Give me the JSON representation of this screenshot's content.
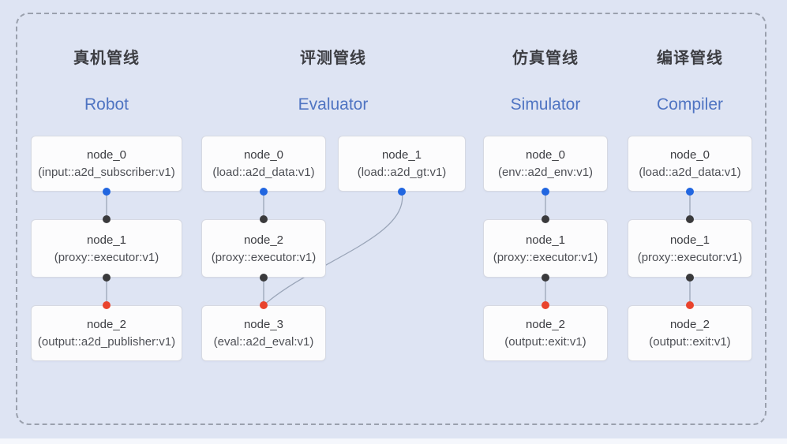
{
  "pipelines": [
    {
      "id": "robot",
      "title_zh": "真机管线",
      "title_en": "Robot",
      "nodes": [
        {
          "name": "node_0",
          "type": "(input::a2d_subscriber:v1)"
        },
        {
          "name": "node_1",
          "type": "(proxy::executor:v1)"
        },
        {
          "name": "node_2",
          "type": "(output::a2d_publisher:v1)"
        }
      ]
    },
    {
      "id": "evaluator",
      "title_zh": "评测管线",
      "title_en": "Evaluator",
      "nodes": [
        {
          "name": "node_0",
          "type": "(load::a2d_data:v1)"
        },
        {
          "name": "node_1",
          "type": "(load::a2d_gt:v1)"
        },
        {
          "name": "node_2",
          "type": "(proxy::executor:v1)"
        },
        {
          "name": "node_3",
          "type": "(eval::a2d_eval:v1)"
        }
      ]
    },
    {
      "id": "simulator",
      "title_zh": "仿真管线",
      "title_en": "Simulator",
      "nodes": [
        {
          "name": "node_0",
          "type": "(env::a2d_env:v1)"
        },
        {
          "name": "node_1",
          "type": "(proxy::executor:v1)"
        },
        {
          "name": "node_2",
          "type": "(output::exit:v1)"
        }
      ]
    },
    {
      "id": "compiler",
      "title_zh": "编译管线",
      "title_en": "Compiler",
      "nodes": [
        {
          "name": "node_0",
          "type": "(load::a2d_data:v1)"
        },
        {
          "name": "node_1",
          "type": "(proxy::executor:v1)"
        },
        {
          "name": "node_2",
          "type": "(output::exit:v1)"
        }
      ]
    }
  ],
  "connections": [
    {
      "pipeline": "robot",
      "from": "node_0",
      "to": "node_1"
    },
    {
      "pipeline": "robot",
      "from": "node_1",
      "to": "node_2"
    },
    {
      "pipeline": "evaluator",
      "from": "node_0",
      "to": "node_2"
    },
    {
      "pipeline": "evaluator",
      "from": "node_1",
      "to": "node_3"
    },
    {
      "pipeline": "evaluator",
      "from": "node_2",
      "to": "node_3"
    },
    {
      "pipeline": "simulator",
      "from": "node_0",
      "to": "node_1"
    },
    {
      "pipeline": "simulator",
      "from": "node_1",
      "to": "node_2"
    },
    {
      "pipeline": "compiler",
      "from": "node_0",
      "to": "node_1"
    },
    {
      "pipeline": "compiler",
      "from": "node_1",
      "to": "node_2"
    }
  ],
  "colors": {
    "background": "#dee4f3",
    "frame_dash": "#9aa0ad",
    "node_bg": "#fcfcfd",
    "node_border": "#d6d9e2",
    "title_zh": "#3d3e43",
    "title_en": "#4f74c2",
    "edge": "#9aa5b8",
    "output_dot_blue": "#2166e0",
    "port_dot_black": "#3a3a3c",
    "input_dot_red": "#e9432d"
  }
}
